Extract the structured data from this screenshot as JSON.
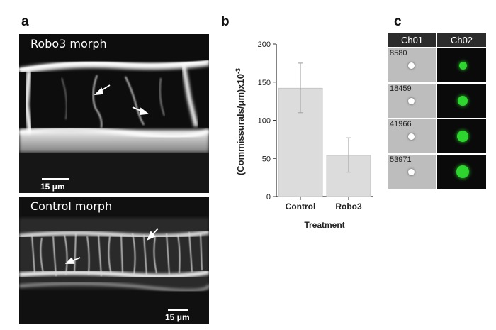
{
  "panels": {
    "a": "a",
    "b": "b",
    "c": "c"
  },
  "micrographs": {
    "top_label": "Robo3 morph",
    "bottom_label": "Control morph",
    "top_scale": "15 μm",
    "bottom_scale": "15 μm"
  },
  "chart_data": {
    "type": "bar",
    "categories": [
      "Control",
      "Robo3"
    ],
    "values": [
      142,
      54
    ],
    "error_high": [
      175,
      77
    ],
    "error_low": [
      110,
      32
    ],
    "xlabel": "Treatment",
    "ylabel_main": "(Commissurals/μm)x10",
    "ylabel_exp": "-3",
    "ylim": [
      0,
      200
    ],
    "yticks": [
      0,
      50,
      100,
      150,
      200
    ],
    "bar_color": "#dcdcdc",
    "error_color": "#aaaaaa"
  },
  "cells": {
    "header": [
      "Ch01",
      "Ch02"
    ],
    "ids": [
      "8580",
      "18459",
      "41966",
      "53971"
    ],
    "green": "#2ed52e"
  }
}
